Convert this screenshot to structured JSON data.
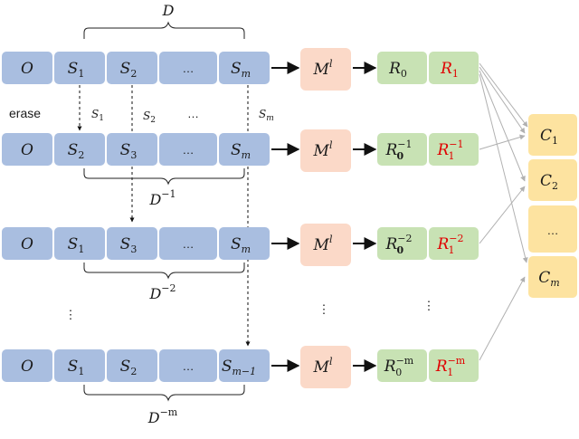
{
  "colors": {
    "blue_box": "#a9bee0",
    "pink_box": "#fbd9c8",
    "green_box": "#c8e2b4",
    "yellow_box": "#fde3a0",
    "red_text": "#e00000",
    "gray_line": "#b0b0b0"
  },
  "top_brace_label": "D",
  "erase_label": "erase",
  "rows": [
    {
      "cells": [
        "O",
        "S",
        "S",
        "…",
        "S"
      ],
      "cell_subs": [
        "",
        "1",
        "2",
        "",
        "m"
      ],
      "model": "M",
      "model_sup": "l",
      "r0": "R",
      "r0_sub": "0",
      "r0_sup": "",
      "r1": "R",
      "r1_sub": "1",
      "r1_sup": "",
      "brace": "",
      "brace_sup": ""
    },
    {
      "cells": [
        "O",
        "S",
        "S",
        "…",
        "S"
      ],
      "cell_subs": [
        "",
        "2",
        "3",
        "",
        "m"
      ],
      "model": "M",
      "model_sup": "l",
      "r0": "R",
      "r0_sub": "0",
      "r0_sup": "−1",
      "r1": "R",
      "r1_sub": "1",
      "r1_sup": "−1",
      "brace": "D",
      "brace_sup": "−1"
    },
    {
      "cells": [
        "O",
        "S",
        "S",
        "…",
        "S"
      ],
      "cell_subs": [
        "",
        "1",
        "3",
        "",
        "m"
      ],
      "model": "M",
      "model_sup": "l",
      "r0": "R",
      "r0_sub": "0",
      "r0_sup": "−2",
      "r1": "R",
      "r1_sub": "1",
      "r1_sup": "−2",
      "brace": "D",
      "brace_sup": "−2"
    },
    {
      "cells": [
        "O",
        "S",
        "S",
        "…",
        "S"
      ],
      "cell_subs": [
        "",
        "1",
        "2",
        "",
        "m−1"
      ],
      "model": "M",
      "model_sup": "l",
      "r0": "R",
      "r0_sub": "0",
      "r0_sup": "−m",
      "r1": "R",
      "r1_sub": "1",
      "r1_sup": "−m",
      "brace": "D",
      "brace_sup": "−m"
    }
  ],
  "erased": [
    {
      "label": "S",
      "sub": "1"
    },
    {
      "label": "S",
      "sub": "2"
    },
    {
      "label": "…",
      "sub": ""
    },
    {
      "label": "S",
      "sub": "m"
    }
  ],
  "vdots": "⋮",
  "classes": [
    {
      "label": "C",
      "sub": "1"
    },
    {
      "label": "C",
      "sub": "2"
    },
    {
      "label": "…",
      "sub": ""
    },
    {
      "label": "C",
      "sub": "m"
    }
  ]
}
